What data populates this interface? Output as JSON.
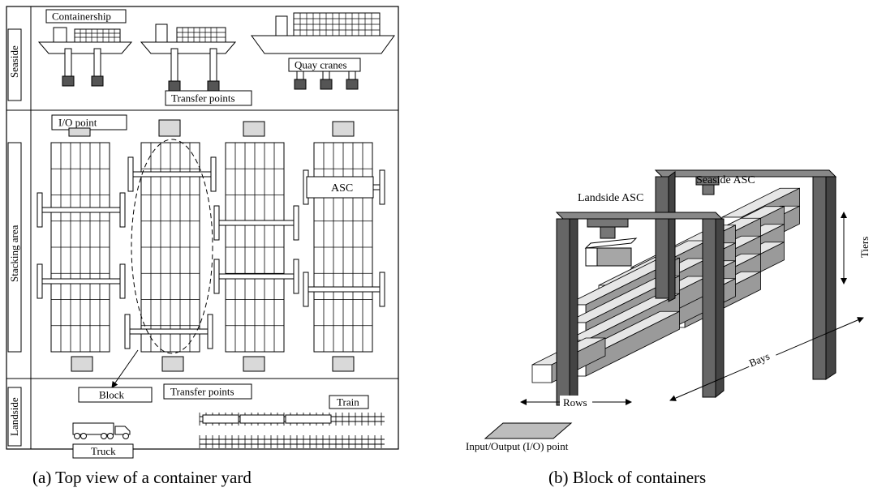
{
  "panel_a": {
    "caption": "(a) Top view of a container yard",
    "zones": {
      "seaside": "Seaside",
      "stacking": "Stacking area",
      "landside": "Landside"
    },
    "labels": {
      "containership": "Containership",
      "quay_cranes": "Quay cranes",
      "transfer_points_sea": "Transfer points",
      "io_point": "I/O point",
      "asc": "ASC",
      "block": "Block",
      "transfer_points_land": "Transfer points",
      "train": "Train",
      "truck": "Truck"
    }
  },
  "panel_b": {
    "caption": "(b) Block of containers",
    "labels": {
      "seaside_asc": "Seaside ASC",
      "landside_asc": "Landside ASC",
      "tiers": "Tiers",
      "bays": "Bays",
      "rows": "Rows",
      "io_point": "Input/Output (I/O) point"
    }
  },
  "colors": {
    "crane": "#595959",
    "container_side": "#a6a6a6",
    "pad": "#d9d9d9"
  }
}
